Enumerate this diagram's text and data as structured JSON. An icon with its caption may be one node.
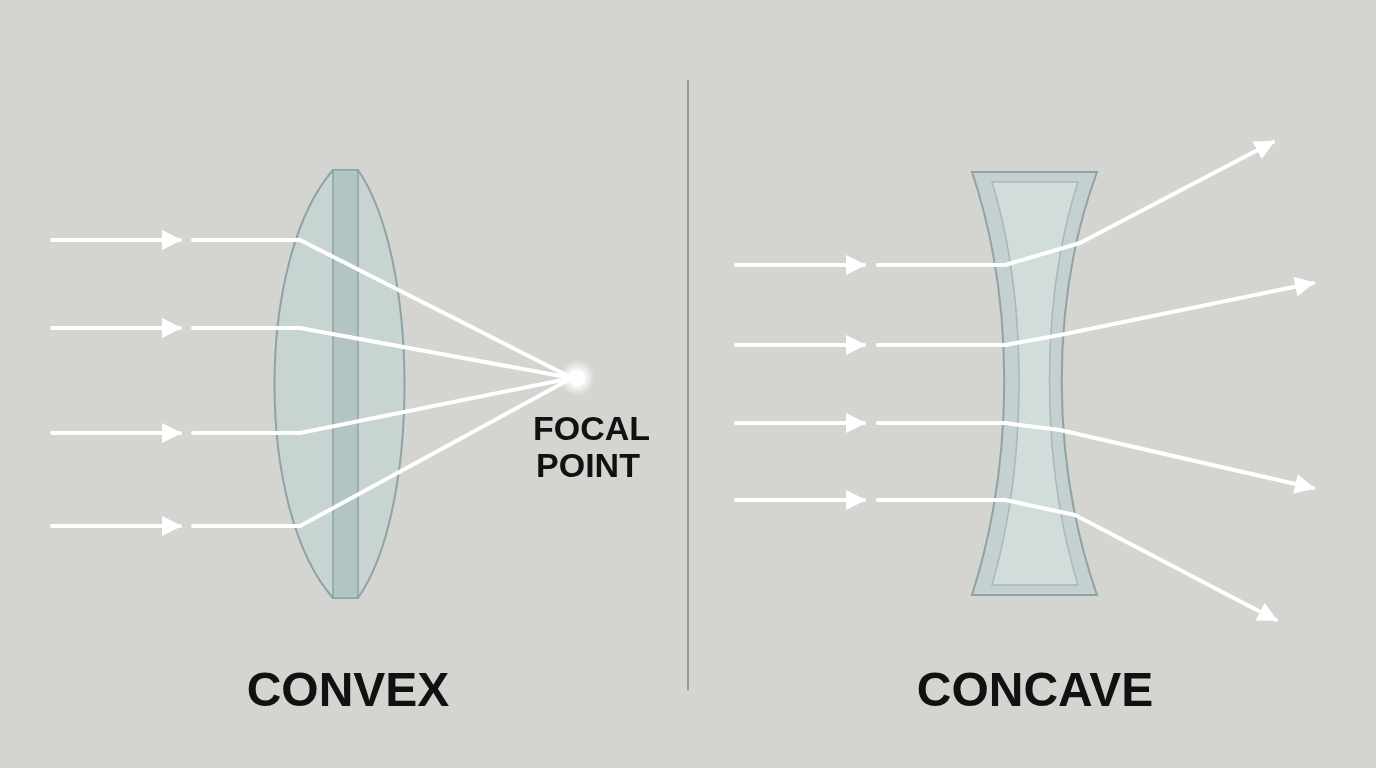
{
  "diagram": {
    "labels": [
      "FOCAL POINT",
      "CONVEX",
      "CONCAVE"
    ]
  }
}
